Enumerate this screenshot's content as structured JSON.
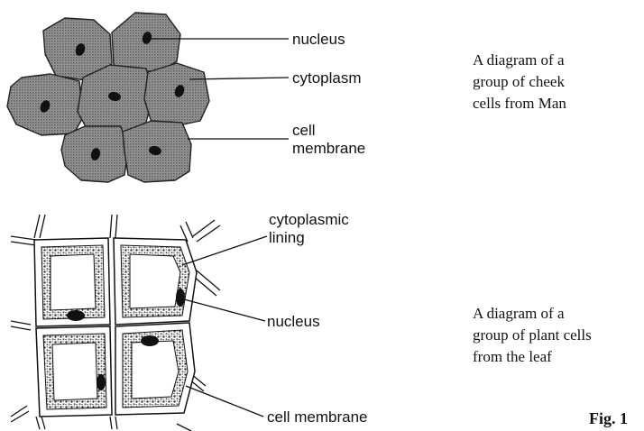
{
  "cheek_diagram": {
    "labels": {
      "nucleus": "nucleus",
      "cytoplasm": "cytoplasm",
      "cell_membrane_line1": "cell",
      "cell_membrane_line2": "membrane"
    },
    "caption": [
      "A diagram of a",
      "group of cheek",
      "cells from Man"
    ]
  },
  "plant_diagram": {
    "labels": {
      "cytoplasmic_lining_line1": "cytoplasmic",
      "cytoplasmic_lining_line2": "lining",
      "nucleus": "nucleus",
      "cell_membrane": "cell membrane"
    },
    "caption": [
      "A diagram of a",
      "group of plant cells",
      "from the leaf"
    ]
  },
  "figure_label": "Fig. 1",
  "colors": {
    "ink": "#111111",
    "cytoplasm_stipple": "#8a8a8a",
    "background": "#ffffff"
  }
}
